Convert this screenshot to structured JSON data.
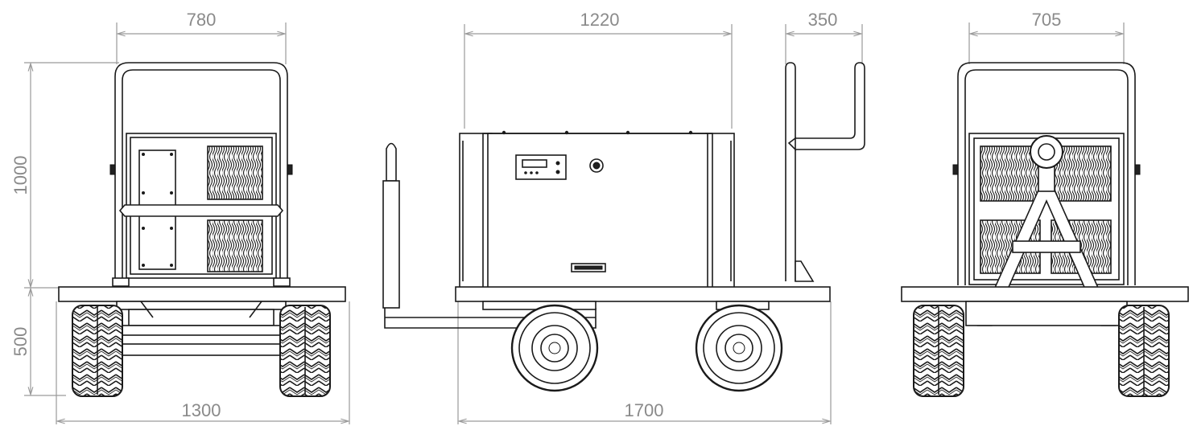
{
  "colors": {
    "line": "#1a1a1a",
    "dimension": "#8a8a8a",
    "background": "#ffffff"
  },
  "dimensions": {
    "front_width": "780",
    "front_height": "1000",
    "front_base_height": "500",
    "front_track": "1300",
    "side_enclosure_length": "1220",
    "side_handle_depth": "350",
    "side_total_length": "1700",
    "rear_width": "705"
  }
}
